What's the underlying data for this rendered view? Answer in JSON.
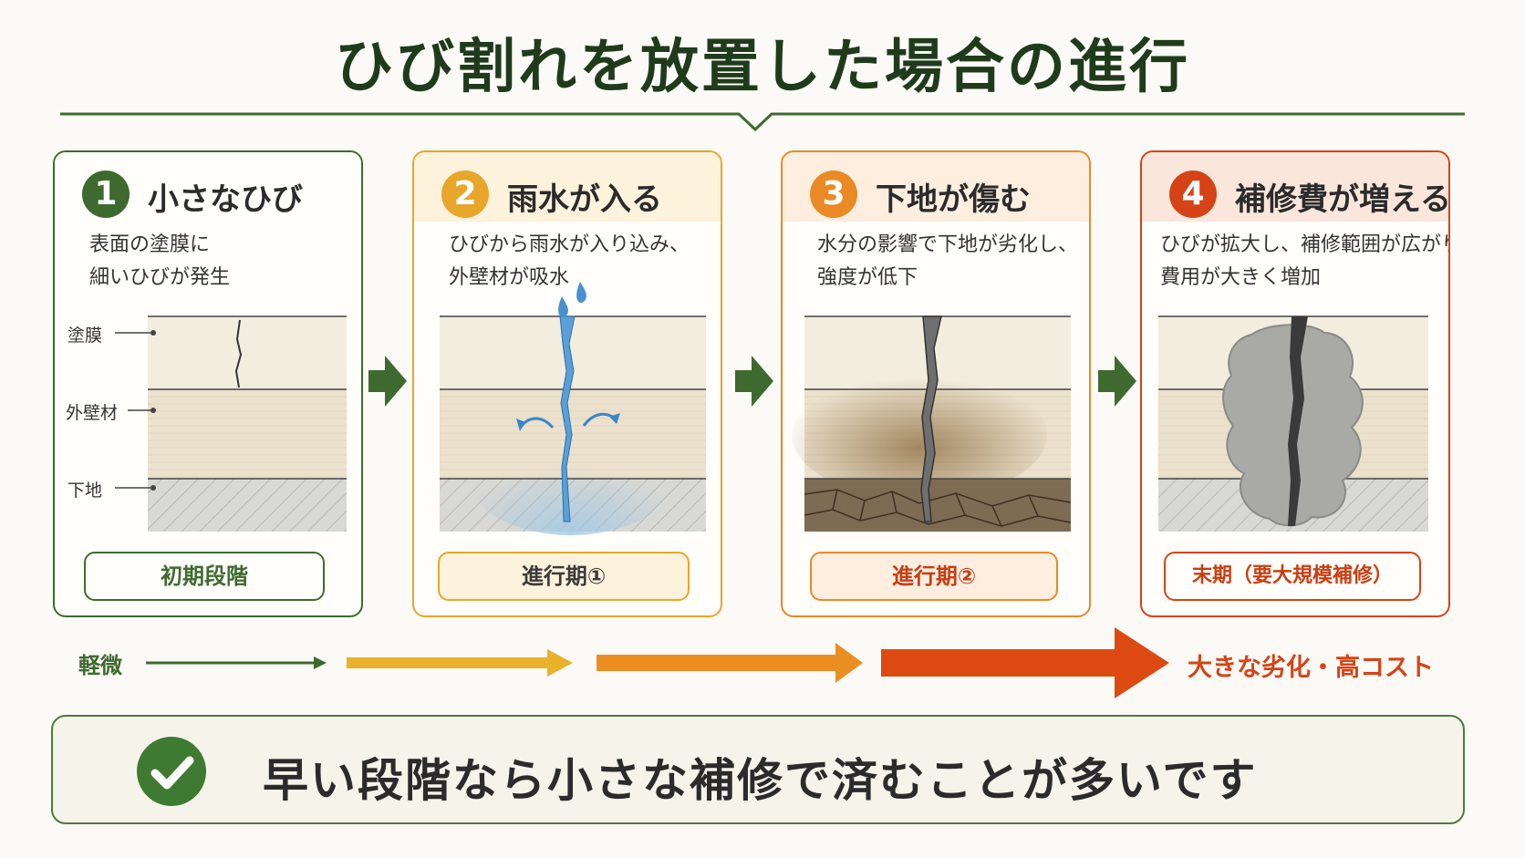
{
  "title": "ひび割れを放置した場合の進行",
  "layer_labels": [
    "塗膜",
    "外壁材",
    "下地"
  ],
  "stages": [
    {
      "number": "1",
      "title": "小さなひび",
      "description": [
        "表面の塗膜に",
        "細いひびが発生"
      ],
      "stage_label": "初期段階",
      "color": "#3e6a2f"
    },
    {
      "number": "2",
      "title": "雨水が入る",
      "description": [
        "ひびから雨水が入り込み、",
        "外壁材が吸水"
      ],
      "stage_label": "進行期①",
      "color": "#e8a62a"
    },
    {
      "number": "3",
      "title": "下地が傷む",
      "description": [
        "水分の影響で下地が劣化し、",
        "強度が低下"
      ],
      "stage_label": "進行期②",
      "color": "#e98a25"
    },
    {
      "number": "4",
      "title": "補修費が増える",
      "description": [
        "ひびが拡大し、補修範囲が広がり",
        "費用が大きく増加"
      ],
      "stage_label": "末期（要大規模補修）",
      "color": "#d64316"
    }
  ],
  "severity": {
    "low_label": "軽微",
    "high_label": "大きな劣化・高コスト"
  },
  "conclusion": "早い段階なら小さな補修で済むことが多いです",
  "icons": {
    "step_arrow": "chevron-right-arrow-icon",
    "conclusion": "checkmark-icon",
    "water": "water-drop-icon"
  },
  "colors": {
    "title": "#1f3b1c",
    "green": "#3e6a2f",
    "yellow": "#e8a62a",
    "orange": "#e98a25",
    "red": "#d64316"
  }
}
